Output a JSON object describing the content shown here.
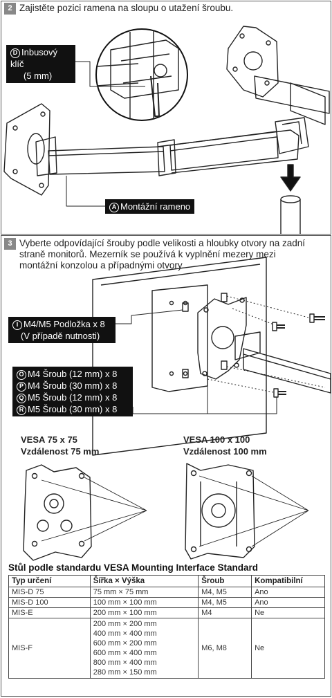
{
  "step2": {
    "number": "2",
    "text": "Zajistěte pozici ramena na sloupu o utažení šroubu.",
    "callout_d_letter": "D",
    "callout_d_line1": "Inbusový klíč",
    "callout_d_line2": "(5 mm)",
    "callout_a_letter": "A",
    "callout_a_text": "Montážní rameno"
  },
  "step3": {
    "number": "3",
    "line1": "Vyberte odpovídající šrouby podle velikosti a hloubky otvory na zadní",
    "line2": "straně monitorů. Mezerník se používá k vyplnění mezery mezi",
    "line3": "montážní konzolou a případnými otvory.",
    "callout_i_letter": "I",
    "callout_i_line1": "M4/M5 Podložka x 8",
    "callout_i_line2": "(V případě nutnosti)",
    "screws": [
      {
        "letter": "O",
        "text": "M4 Šroub (12 mm) x 8"
      },
      {
        "letter": "P",
        "text": "M4 Šroub (30 mm) x 8"
      },
      {
        "letter": "Q",
        "text": "M5 Šroub (12 mm) x 8"
      },
      {
        "letter": "R",
        "text": "M5 Šroub (30 mm) x 8"
      }
    ]
  },
  "vesa": {
    "left_line1": "VESA 75 x 75",
    "left_line2": "Vzdálenost 75 mm",
    "right_line1": "VESA 100 x 100",
    "right_line2": "Vzdálenost 100 mm"
  },
  "table": {
    "title": "Stůl podle standardu VESA Mounting Interface Standard",
    "headers": [
      "Typ určení",
      "Šířka × Výška",
      "Šroub",
      "Kompatibilní"
    ],
    "rows": [
      {
        "type": "MIS-D 75",
        "size": "75 mm × 75 mm",
        "screw": "M4, M5",
        "compat": "Ano"
      },
      {
        "type": "MIS-D 100",
        "size": "100 mm × 100 mm",
        "screw": "M4, M5",
        "compat": "Ano"
      },
      {
        "type": "MIS-E",
        "size": "200 mm × 100 mm",
        "screw": "M4",
        "compat": "Ne"
      }
    ],
    "misf": {
      "type": "MIS-F",
      "sizes": [
        "200 mm × 200 mm",
        "400 mm × 400 mm",
        "600 mm × 200 mm",
        "600 mm × 400 mm",
        "800 mm × 400 mm",
        "280 mm × 150 mm"
      ],
      "screw": "M6, M8",
      "compat": "Ne"
    }
  }
}
